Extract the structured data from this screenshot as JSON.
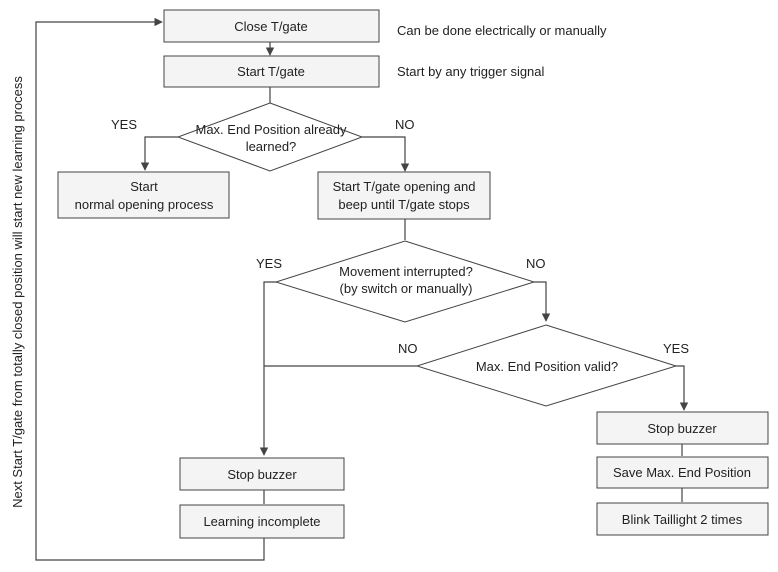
{
  "colors": {
    "line": "#444444",
    "box_fill": "#f4f4f4",
    "text": "#222222"
  },
  "boxes": {
    "close_tgate": "Close T/gate",
    "start_tgate": "Start T/gate",
    "start_normal": [
      "Start",
      "normal opening process"
    ],
    "start_opening": [
      "Start T/gate opening and",
      "beep until T/gate stops"
    ],
    "stop_buzzer_left": "Stop buzzer",
    "learning_incomplete": "Learning incomplete",
    "stop_buzzer_right": "Stop buzzer",
    "save_max_end": "Save Max. End Position",
    "blink_taillight": "Blink Taillight 2 times"
  },
  "decisions": {
    "max_end_learned": [
      "Max. End Position already",
      "learned?"
    ],
    "movement_interrupted": [
      "Movement interrupted?",
      "(by switch or manually)"
    ],
    "max_end_valid": "Max. End Position valid?"
  },
  "notes": {
    "close_note": "Can be done electrically or manually",
    "start_note": "Start by any trigger signal"
  },
  "labels": {
    "yes": "YES",
    "no": "NO"
  },
  "side_label": "Next Start T/gate from totally closed position will start new learning process"
}
